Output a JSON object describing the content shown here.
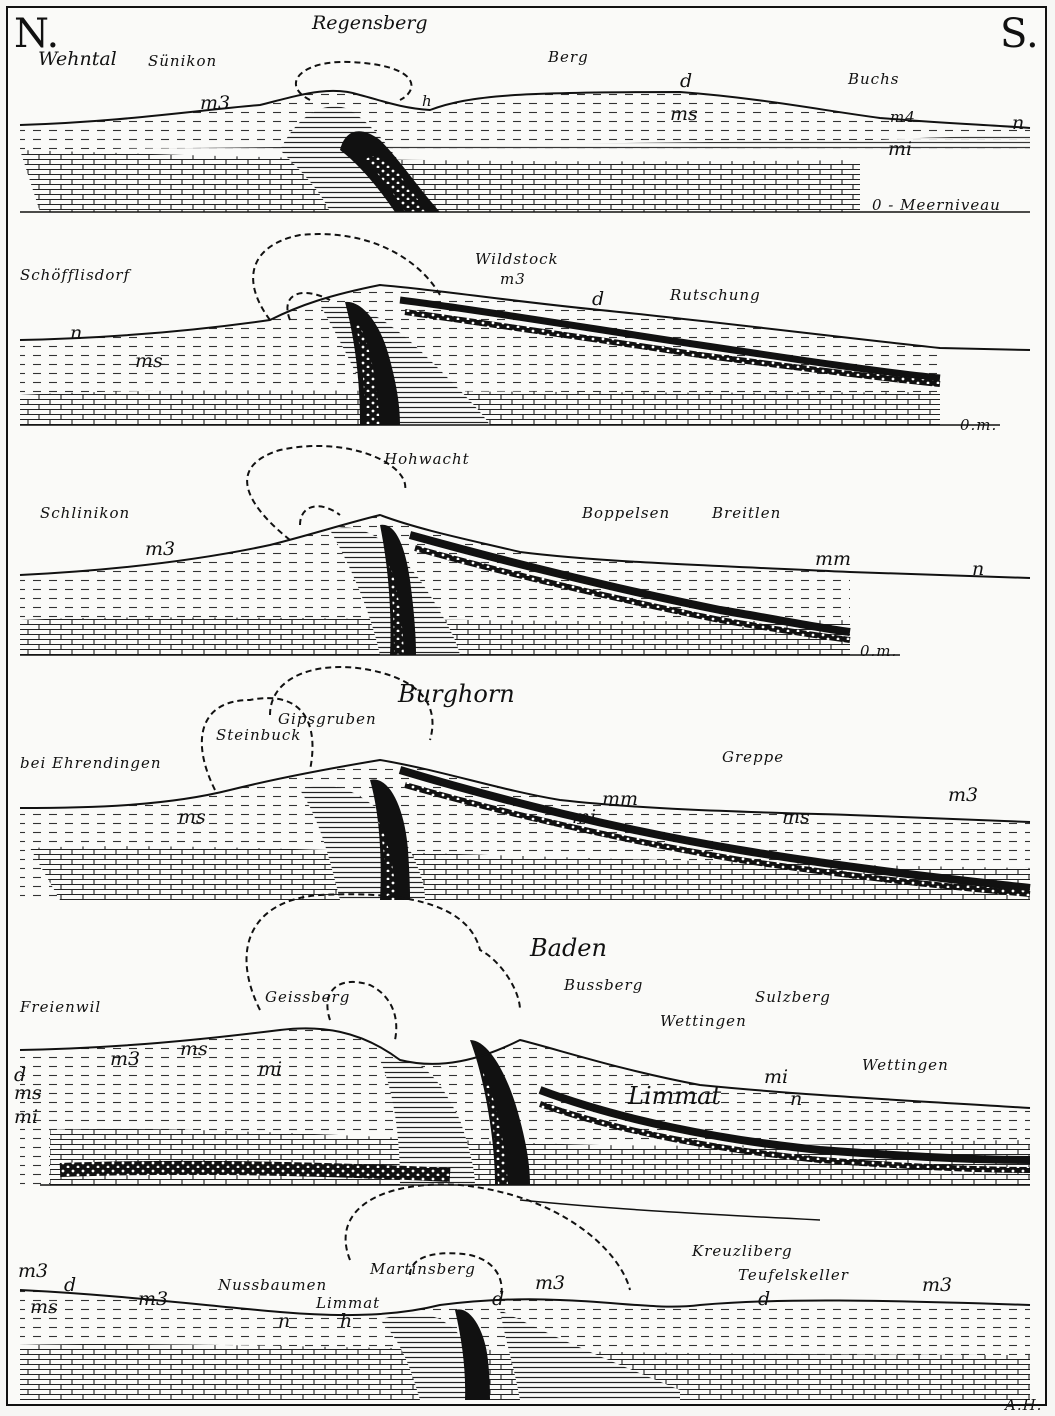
{
  "compass": {
    "north": "N.",
    "south": "S."
  },
  "author": "A.H.",
  "sections": [
    {
      "id": "s1",
      "labels": [
        "Regensberg",
        "Wehntal",
        "Sünikon",
        "Berg",
        "Buchs",
        "m3",
        "h",
        "d",
        "ms",
        "m4",
        "n",
        "mi",
        "0 - Meerniveau"
      ]
    },
    {
      "id": "s2",
      "labels": [
        "Schöfflisdorf",
        "Wildstock",
        "m3",
        "d",
        "Rutschung",
        "n",
        "ms",
        "0.m."
      ]
    },
    {
      "id": "s3",
      "labels": [
        "Hohwacht",
        "Schlinikon",
        "m3",
        "Boppelsen",
        "Breitlen",
        "mm",
        "n",
        "0.m."
      ]
    },
    {
      "id": "s4",
      "labels": [
        "Burghorn",
        "Gipsgruben",
        "Steinbuck",
        "bei Ehrendingen",
        "Greppe",
        "mm",
        "mi",
        "ms",
        "ms",
        "m3"
      ]
    },
    {
      "id": "s5",
      "labels": [
        "Baden",
        "Bussberg",
        "Freienwil",
        "Geissberg",
        "Sulzberg",
        "Wettingen",
        "Wettingen",
        "m3",
        "ms",
        "d",
        "ms",
        "mi",
        "mi",
        "mi",
        "Limmat",
        "n"
      ]
    },
    {
      "id": "s6",
      "labels": [
        "Martinsberg",
        "Kreuzliberg",
        "Teufelskeller",
        "Nussbaumen",
        "Limmat",
        "m3",
        "d",
        "ms",
        "m3",
        "n",
        "h",
        "d",
        "m3",
        "d",
        "m3"
      ]
    }
  ],
  "colors": {
    "ink": "#111111",
    "paper": "#fafaf8"
  }
}
